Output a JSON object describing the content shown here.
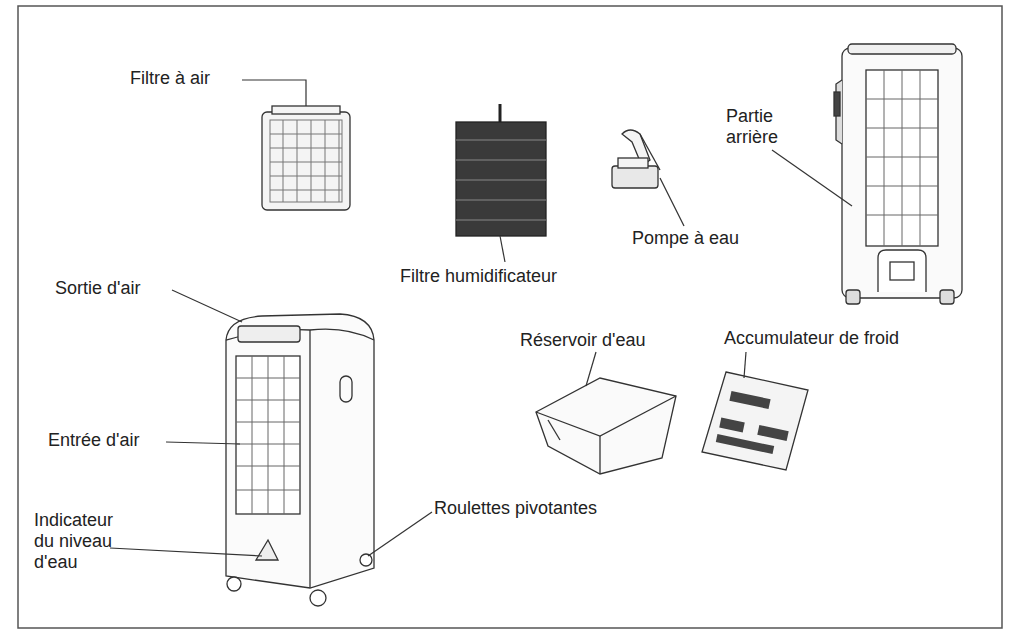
{
  "diagram": {
    "labels": [
      "Filtre à air",
      "Filtre humidificateur",
      "Pompe à eau",
      "Partie arrière",
      "Sortie d'air",
      "Entrée d'air",
      "Indicateur du niveau d'eau",
      "Roulettes pivotantes",
      "Réservoir d'eau",
      "Accumulateur de froid"
    ]
  }
}
